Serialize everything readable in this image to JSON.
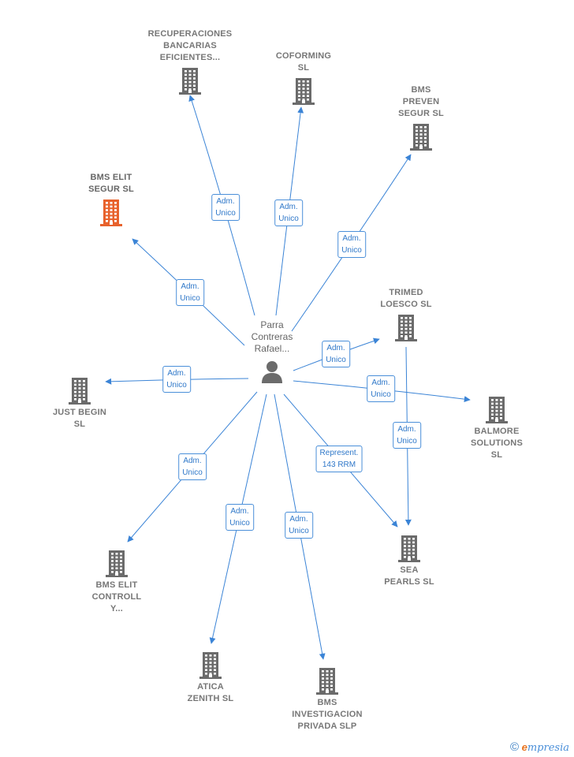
{
  "center": {
    "name": "Parra\nContreras\nRafael..."
  },
  "companies": [
    {
      "id": "recuperaciones",
      "name": "RECUPERACIONES\nBANCARIAS\nEFICIENTES...",
      "highlight": false
    },
    {
      "id": "coforming",
      "name": "COFORMING\nSL",
      "highlight": false
    },
    {
      "id": "bms-preven",
      "name": "BMS\nPREVEN\nSEGUR  SL",
      "highlight": false
    },
    {
      "id": "bms-elit-segur",
      "name": "BMS ELIT\nSEGUR  SL",
      "highlight": true
    },
    {
      "id": "trimed",
      "name": "TRIMED\nLOESCO SL",
      "highlight": false
    },
    {
      "id": "just-begin",
      "name": "JUST BEGIN\nSL",
      "highlight": false
    },
    {
      "id": "balmore",
      "name": "BALMORE\nSOLUTIONS\nSL",
      "highlight": false
    },
    {
      "id": "sea-pearls",
      "name": "SEA\nPEARLS SL",
      "highlight": false
    },
    {
      "id": "bms-elit-controll",
      "name": "BMS ELIT\nCONTROLL\nY...",
      "highlight": false
    },
    {
      "id": "atica",
      "name": "ATICA\nZENITH  SL",
      "highlight": false
    },
    {
      "id": "bms-investigacion",
      "name": "BMS\nINVESTIGACION\nPRIVADA  SLP",
      "highlight": false
    }
  ],
  "relations": [
    {
      "to": "recuperaciones",
      "label": "Adm.\nUnico"
    },
    {
      "to": "coforming",
      "label": "Adm.\nUnico"
    },
    {
      "to": "bms-preven",
      "label": "Adm.\nUnico"
    },
    {
      "to": "bms-elit-segur",
      "label": "Adm.\nUnico"
    },
    {
      "to": "trimed",
      "label": "Adm.\nUnico"
    },
    {
      "to": "just-begin",
      "label": "Adm.\nUnico"
    },
    {
      "to": "balmore",
      "label": "Adm.\nUnico"
    },
    {
      "to": "sea-pearls",
      "label": "Represent.\n143 RRM"
    },
    {
      "from": "trimed",
      "to": "sea-pearls",
      "label": "Adm.\nUnico"
    },
    {
      "to": "bms-elit-controll",
      "label": "Adm.\nUnico"
    },
    {
      "to": "atica",
      "label": "Adm.\nUnico"
    },
    {
      "to": "bms-investigacion",
      "label": "Adm.\nUnico"
    }
  ],
  "colors": {
    "edge": "#3b84d6",
    "building": "#6b6b6b",
    "highlight": "#e8622c",
    "person": "#6b6b6b"
  },
  "brand": {
    "copyright": "©",
    "initial": "e",
    "rest": "mpresia"
  }
}
